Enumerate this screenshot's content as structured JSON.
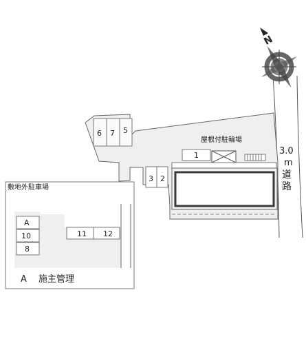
{
  "compass": {
    "north_label": "N"
  },
  "road": {
    "width_value": "3.0",
    "width_unit": "m",
    "name_char1": "道",
    "name_char2": "路"
  },
  "bike_parking": {
    "label": "屋根付駐輪場"
  },
  "site_spaces": [
    "1",
    "2",
    "3",
    "5",
    "6",
    "7"
  ],
  "offsite_parking": {
    "title": "敷地外駐車場",
    "spaces": [
      "A",
      "10",
      "8",
      "11",
      "12"
    ],
    "legend": {
      "key": "A",
      "description": "施主管理"
    }
  }
}
